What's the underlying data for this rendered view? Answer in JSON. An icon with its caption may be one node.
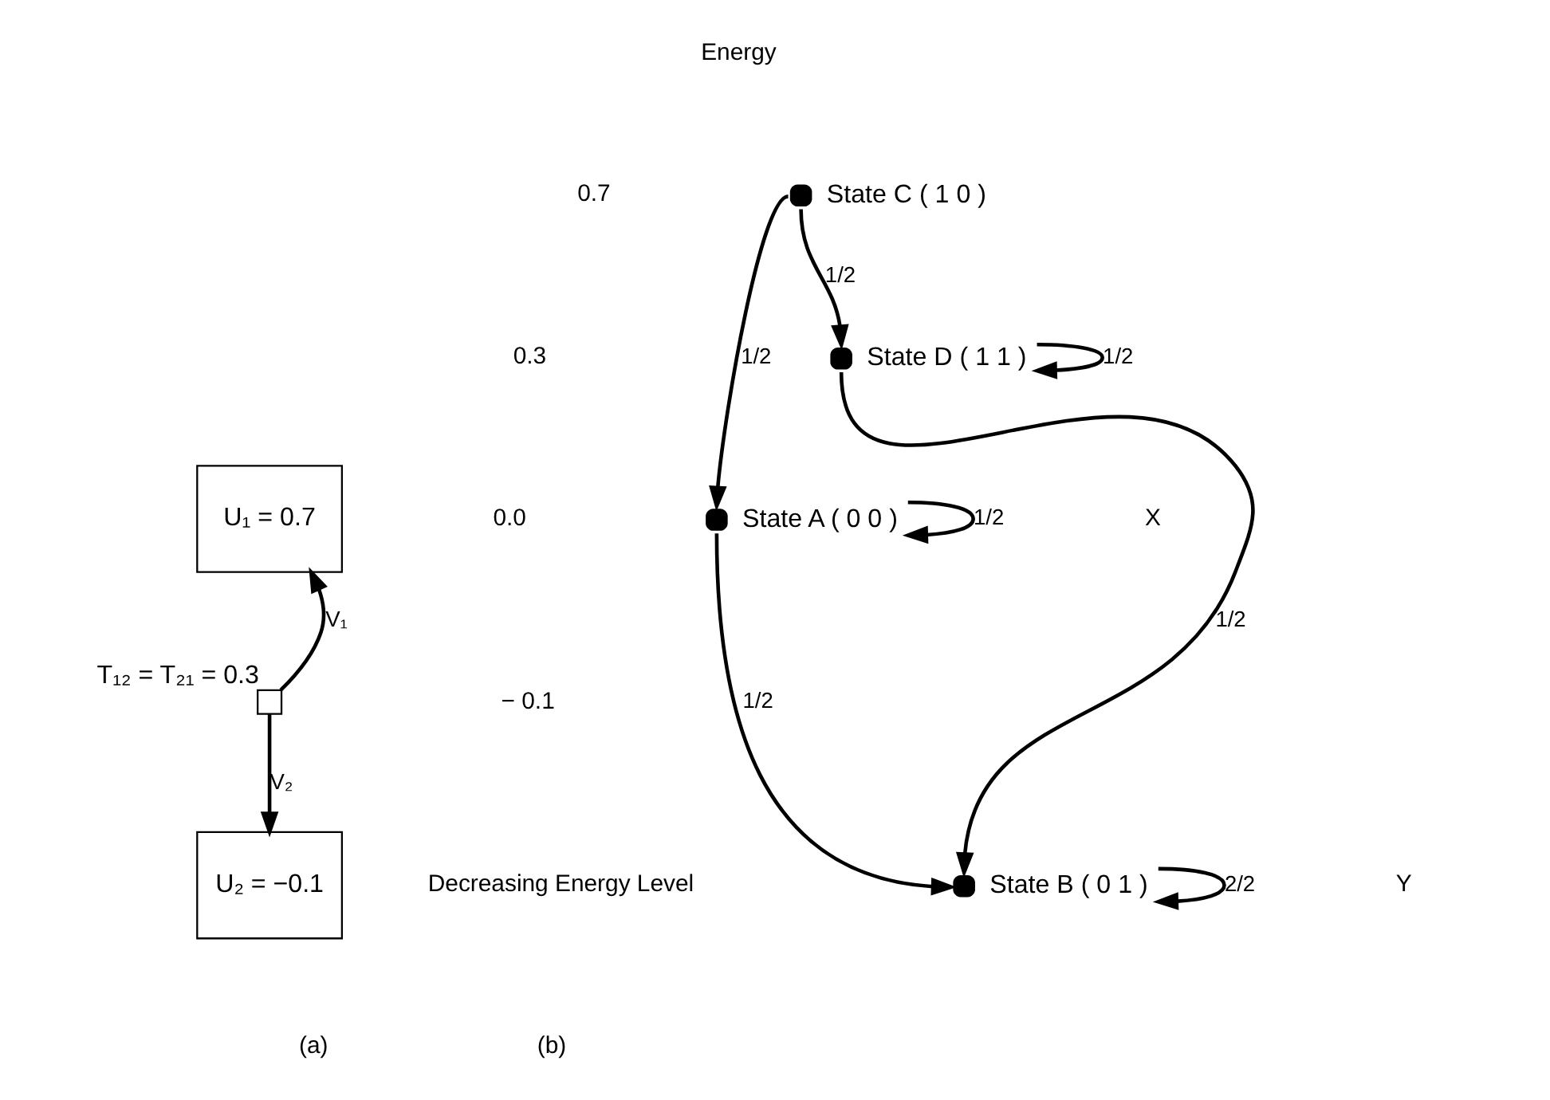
{
  "diagram": {
    "nodes": [
      {
        "text": [
          "U₁ = 0.7"
        ]
      },
      {
        "text": [],
        "shape": "box",
        "beside": [
          "T₁₂ = T₂₁ = 0.3"
        ]
      },
      {
        "text": [
          "U₂ = −0.1"
        ]
      },
      {
        "text": [],
        "shape": "circle",
        "beside": [
          "State C ( 1 0 )"
        ]
      },
      {
        "text": [],
        "shape": "circle",
        "beside": [
          "State D ( 1 1 )"
        ]
      },
      {
        "text": [],
        "shape": "circle",
        "beside": [
          "State A ( 0 0 )"
        ]
      },
      {
        "text": [],
        "shape": "circle",
        "beside": [
          "State B ( 0 1 )"
        ]
      }
    ],
    "edges": [
      {
        "from": 1,
        "to": 0,
        "arrow": "to",
        "label": "V₁"
      },
      {
        "from": 1,
        "to": 2,
        "arrow": "to",
        "label": "V₂"
      },
      {
        "from": 3,
        "to": 5,
        "arrow": "to",
        "label": "1/2"
      },
      {
        "from": 3,
        "to": 4,
        "arrow": "to",
        "label": "1/2"
      },
      {
        "from": 4,
        "to": 4,
        "arrow": "to",
        "label": "1/2"
      },
      {
        "from": 4,
        "to": 6,
        "arrow": "to",
        "label": "1/2"
      },
      {
        "from": 5,
        "to": 5,
        "arrow": "to",
        "label": "1/2"
      },
      {
        "from": 5,
        "to": 6,
        "arrow": "to",
        "label": "1/2"
      },
      {
        "from": 6,
        "to": 6,
        "arrow": "to",
        "label": "2/2"
      }
    ],
    "labels": [
      "Energy",
      "0.7",
      "0.3",
      "0.0",
      "− 0.1",
      "Decreasing Energy Level",
      "X",
      "Y",
      "(a)",
      "(b)"
    ]
  }
}
